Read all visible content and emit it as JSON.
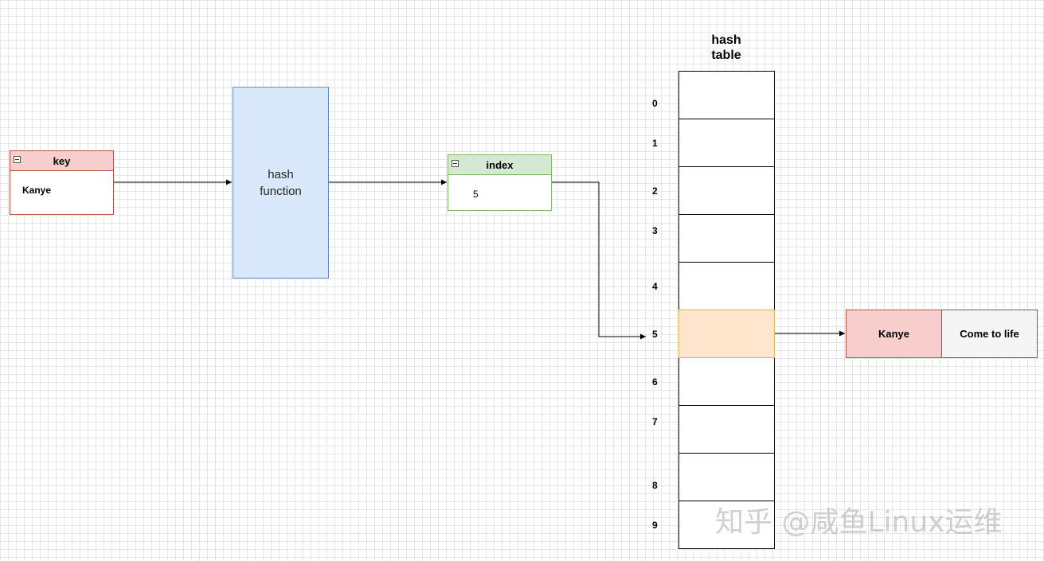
{
  "key_box": {
    "header": "key",
    "value": "Kanye"
  },
  "hash_function": {
    "label_line1": "hash",
    "label_line2": "function"
  },
  "index_box": {
    "header": "index",
    "value": "5"
  },
  "hash_table": {
    "title_line1": "hash",
    "title_line2": "table",
    "indices": [
      "0",
      "1",
      "2",
      "3",
      "4",
      "5",
      "6",
      "7",
      "8",
      "9"
    ],
    "highlighted_index": "5"
  },
  "entry": {
    "key": "Kanye",
    "value": "Come to life"
  },
  "watermark": "知乎 @咸鱼Linux运维",
  "colors": {
    "key_header": "#f8cecc",
    "key_border": "#b85450",
    "hash_fill": "#dae8fc",
    "hash_border": "#6c8ebf",
    "index_header": "#d5e8d4",
    "index_border": "#82b366",
    "highlight_fill": "#ffe6cc",
    "highlight_border": "#d6b656",
    "entry_key_fill": "#f8cecc",
    "entry_value_fill": "#f5f5f5"
  }
}
